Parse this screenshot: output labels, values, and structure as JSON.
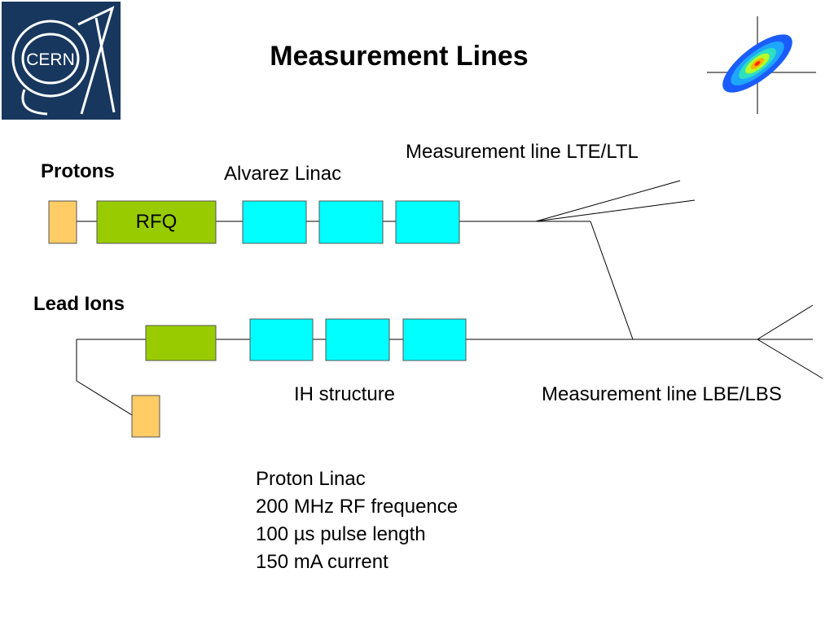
{
  "slide": {
    "title": "Measurement Lines",
    "logo_text": "CERN",
    "labels": {
      "protons": "Protons",
      "lead_ions": "Lead Ions",
      "alvarez_linac": "Alvarez Linac",
      "rfq": "RFQ",
      "ih_structure": "IH structure",
      "line_lte_ltl": "Measurement line LTE/LTL",
      "line_lbe_lbs": "Measurement line LBE/LBS"
    },
    "notes": [
      "Proton Linac",
      "200 MHz RF frequence",
      "100 µs pulse length",
      "150 mA current"
    ]
  },
  "colors": {
    "logo_bg": "#17375e",
    "source": "#ffcc66",
    "rfq": "#99cc00",
    "cavity": "#00ffff",
    "line": "#000000"
  },
  "icons": [
    "cern-logo-icon",
    "beam-profile-icon"
  ]
}
